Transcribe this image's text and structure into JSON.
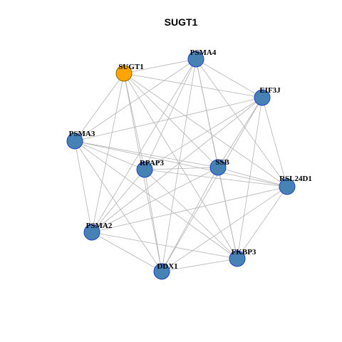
{
  "title": "SUGT1",
  "colors": {
    "query_node_fill": "#FFA500",
    "query_node_stroke": "#8B6500",
    "node_fill": "#4682B4",
    "node_stroke": "#1E3FCC",
    "edge": "#B3B3B3"
  },
  "nodes": [
    {
      "id": "SUGT1",
      "label": "SUGT1",
      "query": true
    },
    {
      "id": "PSMA4",
      "label": "PSMA4",
      "query": false
    },
    {
      "id": "EIF3J",
      "label": "EIF3J",
      "query": false
    },
    {
      "id": "PSMA3",
      "label": "PSMA3",
      "query": false
    },
    {
      "id": "RPAP3",
      "label": "RPAP3",
      "query": false
    },
    {
      "id": "SSB",
      "label": "SSB",
      "query": false
    },
    {
      "id": "RSL24D1",
      "label": "RSL24D1",
      "query": false
    },
    {
      "id": "PSMA2",
      "label": "PSMA2",
      "query": false
    },
    {
      "id": "DDX1",
      "label": "DDX1",
      "query": false
    },
    {
      "id": "FKBP3",
      "label": "FKBP3",
      "query": false
    }
  ],
  "edges": [
    [
      "SUGT1",
      "PSMA4"
    ],
    [
      "SUGT1",
      "EIF3J"
    ],
    [
      "SUGT1",
      "PSMA3"
    ],
    [
      "SUGT1",
      "RPAP3"
    ],
    [
      "SUGT1",
      "SSB"
    ],
    [
      "SUGT1",
      "RSL24D1"
    ],
    [
      "SUGT1",
      "PSMA2"
    ],
    [
      "SUGT1",
      "DDX1"
    ],
    [
      "SUGT1",
      "FKBP3"
    ],
    [
      "PSMA4",
      "EIF3J"
    ],
    [
      "PSMA4",
      "PSMA3"
    ],
    [
      "PSMA4",
      "RPAP3"
    ],
    [
      "PSMA4",
      "SSB"
    ],
    [
      "PSMA4",
      "RSL24D1"
    ],
    [
      "PSMA4",
      "PSMA2"
    ],
    [
      "PSMA4",
      "DDX1"
    ],
    [
      "PSMA4",
      "FKBP3"
    ],
    [
      "EIF3J",
      "PSMA3"
    ],
    [
      "EIF3J",
      "RPAP3"
    ],
    [
      "EIF3J",
      "SSB"
    ],
    [
      "EIF3J",
      "RSL24D1"
    ],
    [
      "EIF3J",
      "PSMA2"
    ],
    [
      "EIF3J",
      "DDX1"
    ],
    [
      "EIF3J",
      "FKBP3"
    ],
    [
      "PSMA3",
      "RPAP3"
    ],
    [
      "PSMA3",
      "SSB"
    ],
    [
      "PSMA3",
      "RSL24D1"
    ],
    [
      "PSMA3",
      "PSMA2"
    ],
    [
      "PSMA3",
      "DDX1"
    ],
    [
      "PSMA3",
      "FKBP3"
    ],
    [
      "RPAP3",
      "SSB"
    ],
    [
      "RPAP3",
      "RSL24D1"
    ],
    [
      "RPAP3",
      "PSMA2"
    ],
    [
      "RPAP3",
      "DDX1"
    ],
    [
      "RPAP3",
      "FKBP3"
    ],
    [
      "SSB",
      "RSL24D1"
    ],
    [
      "SSB",
      "PSMA2"
    ],
    [
      "SSB",
      "DDX1"
    ],
    [
      "SSB",
      "FKBP3"
    ],
    [
      "RSL24D1",
      "PSMA2"
    ],
    [
      "RSL24D1",
      "DDX1"
    ],
    [
      "RSL24D1",
      "FKBP3"
    ],
    [
      "PSMA2",
      "DDX1"
    ],
    [
      "PSMA2",
      "FKBP3"
    ],
    [
      "DDX1",
      "FKBP3"
    ]
  ]
}
